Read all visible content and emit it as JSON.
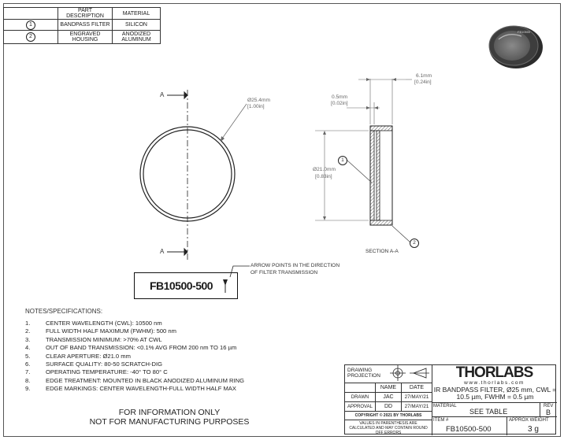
{
  "parts_table": {
    "headers": [
      "PART DESCRIPTION",
      "MATERIAL"
    ],
    "rows": [
      {
        "item": "1",
        "description": "BANDPASS FILTER",
        "material": "SILICON"
      },
      {
        "item": "2",
        "description": "ENGRAVED\nHOUSING",
        "material": "ANODIZED\nALUMINUM"
      }
    ]
  },
  "front_view": {
    "section_mark_top": "A",
    "section_mark_bottom": "A",
    "diameter_mm": "Ø25.4mm",
    "diameter_in": "[1.00in]"
  },
  "section_view": {
    "thickness_mm": "6.1mm",
    "thickness_in": "[0.24in]",
    "wall_mm": "0.5mm",
    "wall_in": "[0.02in]",
    "aperture_mm": "Ø21.0mm",
    "aperture_in": "[0.83in]",
    "callout_1": "1",
    "callout_2": "2",
    "caption": "SECTION A-A"
  },
  "marking": {
    "text": "FB10500-500",
    "note_line1": "ARROW POINTS IN THE DIRECTION",
    "note_line2": "OF FILTER TRANSMISSION"
  },
  "notes": {
    "title": "NOTES/SPECIFICATIONS:",
    "items": [
      {
        "num": "1.",
        "text": "CENTER WAVELENGTH (CWL): 10500 nm"
      },
      {
        "num": "2.",
        "text": "FULL WIDTH HALF MAXIMUM (FWHM): 500 nm"
      },
      {
        "num": "3.",
        "text": "TRANSMISSION MINIMUM: >70% AT CWL"
      },
      {
        "num": "4.",
        "text": "OUT OF BAND TRANSMISSION: <0.1% AVG FROM 200 nm TO 16 µm"
      },
      {
        "num": "5.",
        "text": "CLEAR APERTURE: Ø21.0 mm"
      },
      {
        "num": "6.",
        "text": "SURFACE QUALITY: 80-50 SCRATCH-DIG"
      },
      {
        "num": "7.",
        "text": "OPERATING TEMPERATURE: -40° TO 80° C"
      },
      {
        "num": "8.",
        "text": "EDGE TREATMENT: MOUNTED IN BLACK ANODIZED ALUMINUM RING"
      },
      {
        "num": "9.",
        "text": "EDGE MARKINGS: CENTER WAVELENGTH-FULL WIDTH HALF MAX"
      }
    ]
  },
  "disclaimer": {
    "line1": "FOR INFORMATION ONLY",
    "line2": "NOT FOR MANUFACTURING PURPOSES"
  },
  "title_block": {
    "drawing_projection": "DRAWING\nPROJECTION",
    "name_header": "NAME",
    "date_header": "DATE",
    "drawn_label": "DRAWN",
    "drawn_name": "JAC",
    "drawn_date": "27/MAY/21",
    "approval_label": "APPROVAL",
    "approval_name": "DD",
    "approval_date": "27/MAY/21",
    "copyright": "COPYRIGHT © 2021 BY THORLABS",
    "values_note": "VALUES IN PARENTHESIS ARE CALCULATED AND MAY CONTAIN ROUND OFF ERRORS",
    "logo": "THORLABS",
    "website": "www.thorlabs.com",
    "description": "IR BANDPASS FILTER, Ø25 mm, CWL = 10.5 µm, FWHM = 0.5 µm",
    "material_label": "MATERIAL",
    "material_value": "SEE TABLE",
    "rev_label": "REV",
    "rev_value": "B",
    "item_label": "ITEM #",
    "item_value": "FB10500-500",
    "weight_label": "APPROX WEIGHT",
    "weight_value": "3 g"
  }
}
